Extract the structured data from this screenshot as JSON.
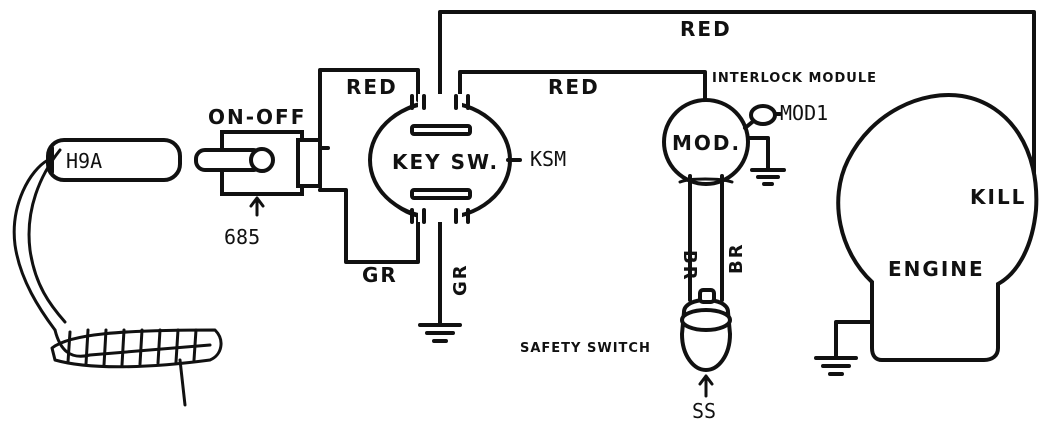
{
  "labels": {
    "top_red": "RED",
    "key_red": "RED",
    "interlock_red": "RED",
    "interlock_module": "INTERLOCK MODULE",
    "on_off": "ON-OFF",
    "h9a": "H9A",
    "p685": "685",
    "key_sw": "KEY SW.",
    "ksm": "KSM",
    "gr_left": "GR",
    "gr_vertical": "GR",
    "mod": "MOD.",
    "mod1": "MOD1",
    "br_left": "BR",
    "br_right": "BR",
    "safety_switch": "SAFETY SWITCH",
    "ss": "SS",
    "kill": "KILL",
    "engine": "ENGINE"
  }
}
